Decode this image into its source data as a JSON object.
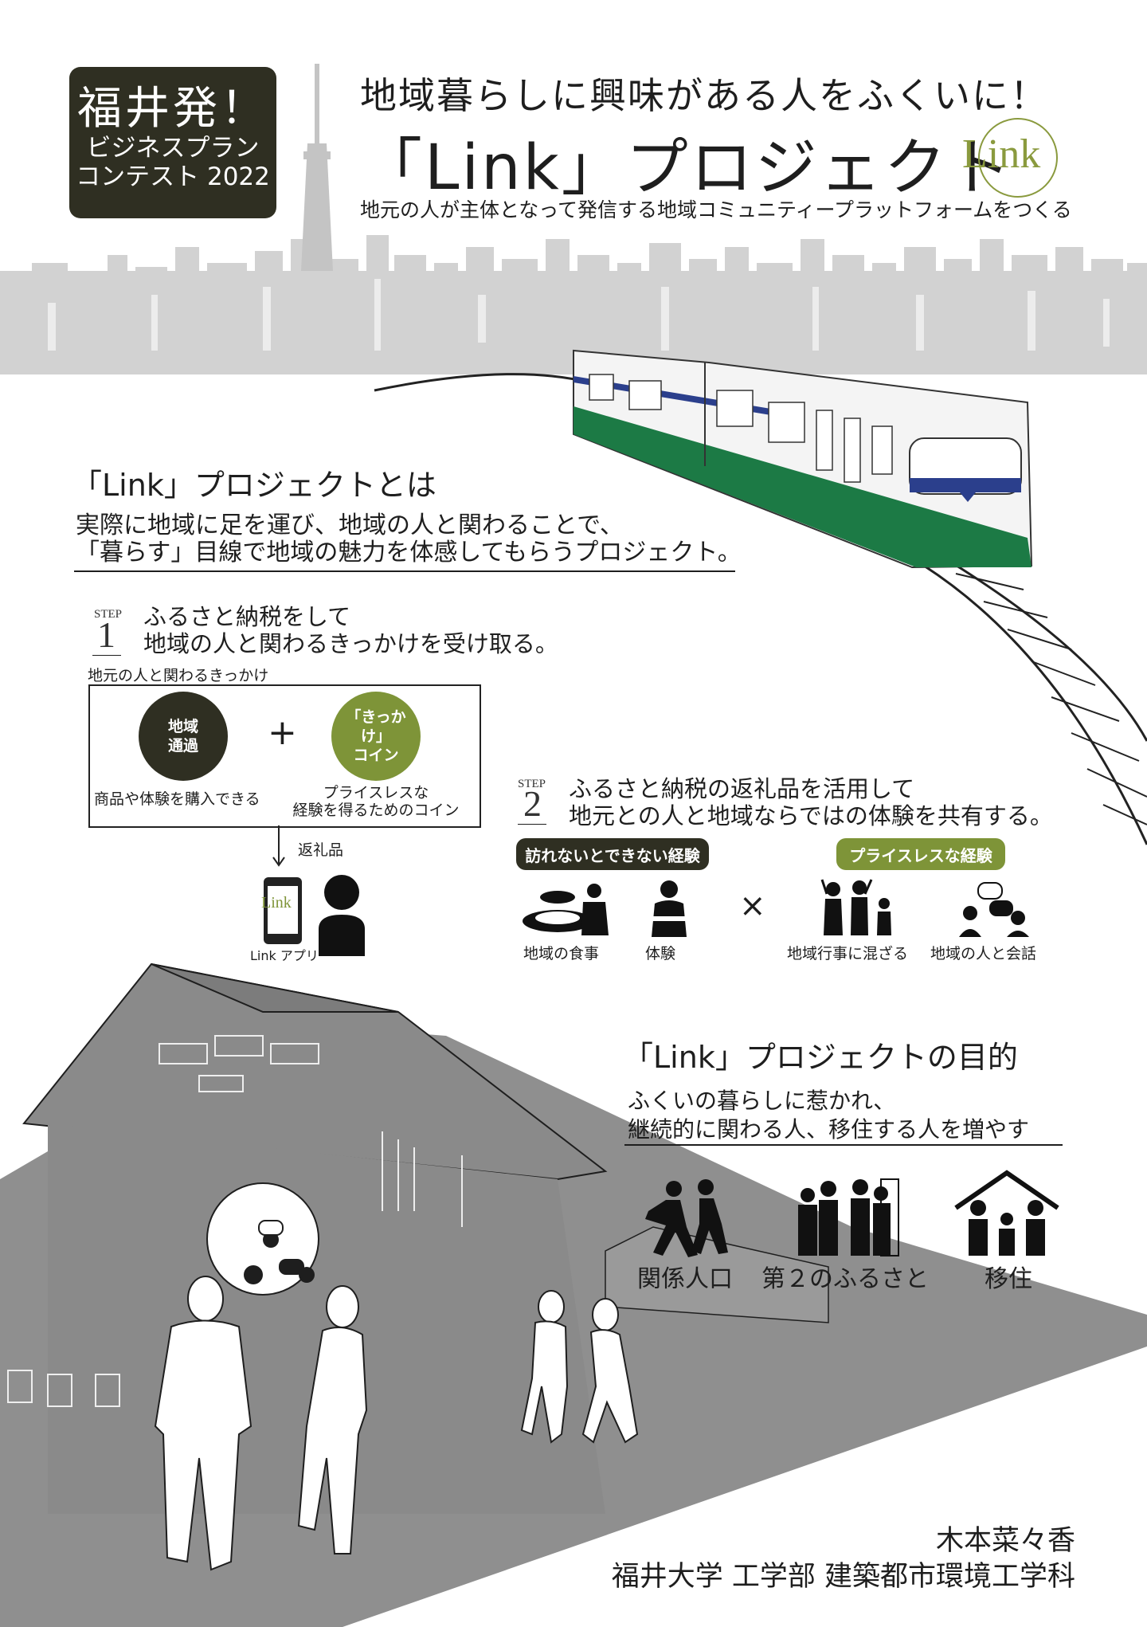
{
  "badge": {
    "line1": "福井発！",
    "line2": "ビジネスプラン",
    "line3": "コンテスト 2022"
  },
  "header": {
    "subtitle": "地域暮らしに興味がある人をふくいに！",
    "title": "「Link」プロジェクト",
    "logo": "Link",
    "tagline": "地元の人が主体となって発信する地域コミュニティープラットフォームをつくる"
  },
  "about": {
    "heading": "「Link」プロジェクトとは",
    "line1": "実際に地域に足を運び、地域の人と関わることで、",
    "line2": "「暮らす」目線で地域の魅力を体感してもらうプロジェクト。"
  },
  "step1": {
    "label": "STEP",
    "number": "1",
    "line1": "ふるさと納税をして",
    "line2": "地域の人と関わるきっかけを受け取る。",
    "box_title": "地元の人と関わるきっかけ",
    "currency_circle": "地域\n通過",
    "currency_caption": "商品や体験を購入できる",
    "plus": "+",
    "coin_circle": "「きっかけ」\nコイン",
    "coin_caption1": "プライスレスな",
    "coin_caption2": "経験を得るためのコイン",
    "return_label": "返礼品",
    "app_label": "Link アプリ",
    "phone_logo": "Link"
  },
  "step2": {
    "label": "STEP",
    "number": "2",
    "line1": "ふるさと納税の返礼品を活用して",
    "line2": "地元との人と地域ならではの体験を共有する。",
    "pill_left": "訪れないとできない経験",
    "pill_right": "プライスレスな経験",
    "times": "×",
    "items": [
      "地域の食事",
      "体験",
      "地域行事に混ざる",
      "地域の人と会話"
    ]
  },
  "purpose": {
    "heading": "「Link」プロジェクトの目的",
    "line1": "ふくいの暮らしに惹かれ、",
    "line2": "継続的に関わる人、移住する人を増やす",
    "items": [
      "関係人口",
      "第２のふるさと",
      "移住"
    ]
  },
  "author": {
    "name": "木本菜々香",
    "affiliation": "福井大学 工学部 建築都市環境工学科"
  },
  "colors": {
    "dark": "#2f2f22",
    "olive": "#7e9438",
    "train_green": "#1c7a45",
    "train_blue": "#2b3f8c",
    "ground": "#8f8f8f"
  }
}
